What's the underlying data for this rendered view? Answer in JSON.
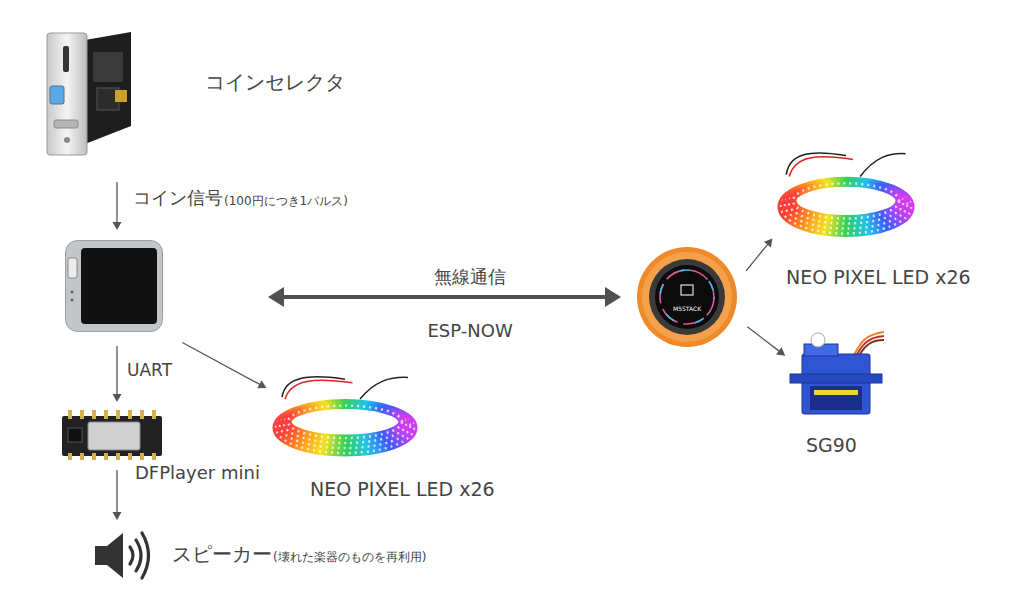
{
  "diagram": {
    "nodes": [
      {
        "text": [
          "コインセレクタ"
        ]
      },
      {
        "text": []
      },
      {
        "text": [
          "M5STACK"
        ]
      },
      {
        "text": [
          "DFPlayer mini"
        ]
      },
      {
        "text": [
          "NEO PIXEL LED x26"
        ]
      },
      {
        "text": [
          "スピーカー",
          "(壊れた楽器のものを再利用)"
        ]
      },
      {
        "text": [
          "NEO PIXEL LED x26"
        ]
      },
      {
        "text": [
          "SG90"
        ]
      }
    ],
    "edges": [
      {
        "from": 0,
        "to": 1,
        "arrow": "to",
        "label": "コイン信号"
      },
      {
        "from": 1,
        "to": 2,
        "arrow": "both",
        "label": "無線通信"
      },
      {
        "from": 1,
        "to": 3,
        "arrow": "to",
        "label": "UART"
      },
      {
        "from": 1,
        "to": 4,
        "arrow": "to"
      },
      {
        "from": 3,
        "to": 5,
        "arrow": "to"
      },
      {
        "from": 2,
        "to": 6,
        "arrow": "to"
      },
      {
        "from": 2,
        "to": 7,
        "arrow": "to"
      }
    ],
    "labels": [
      "(100円につき1パルス)",
      "ESP-NOW"
    ]
  }
}
